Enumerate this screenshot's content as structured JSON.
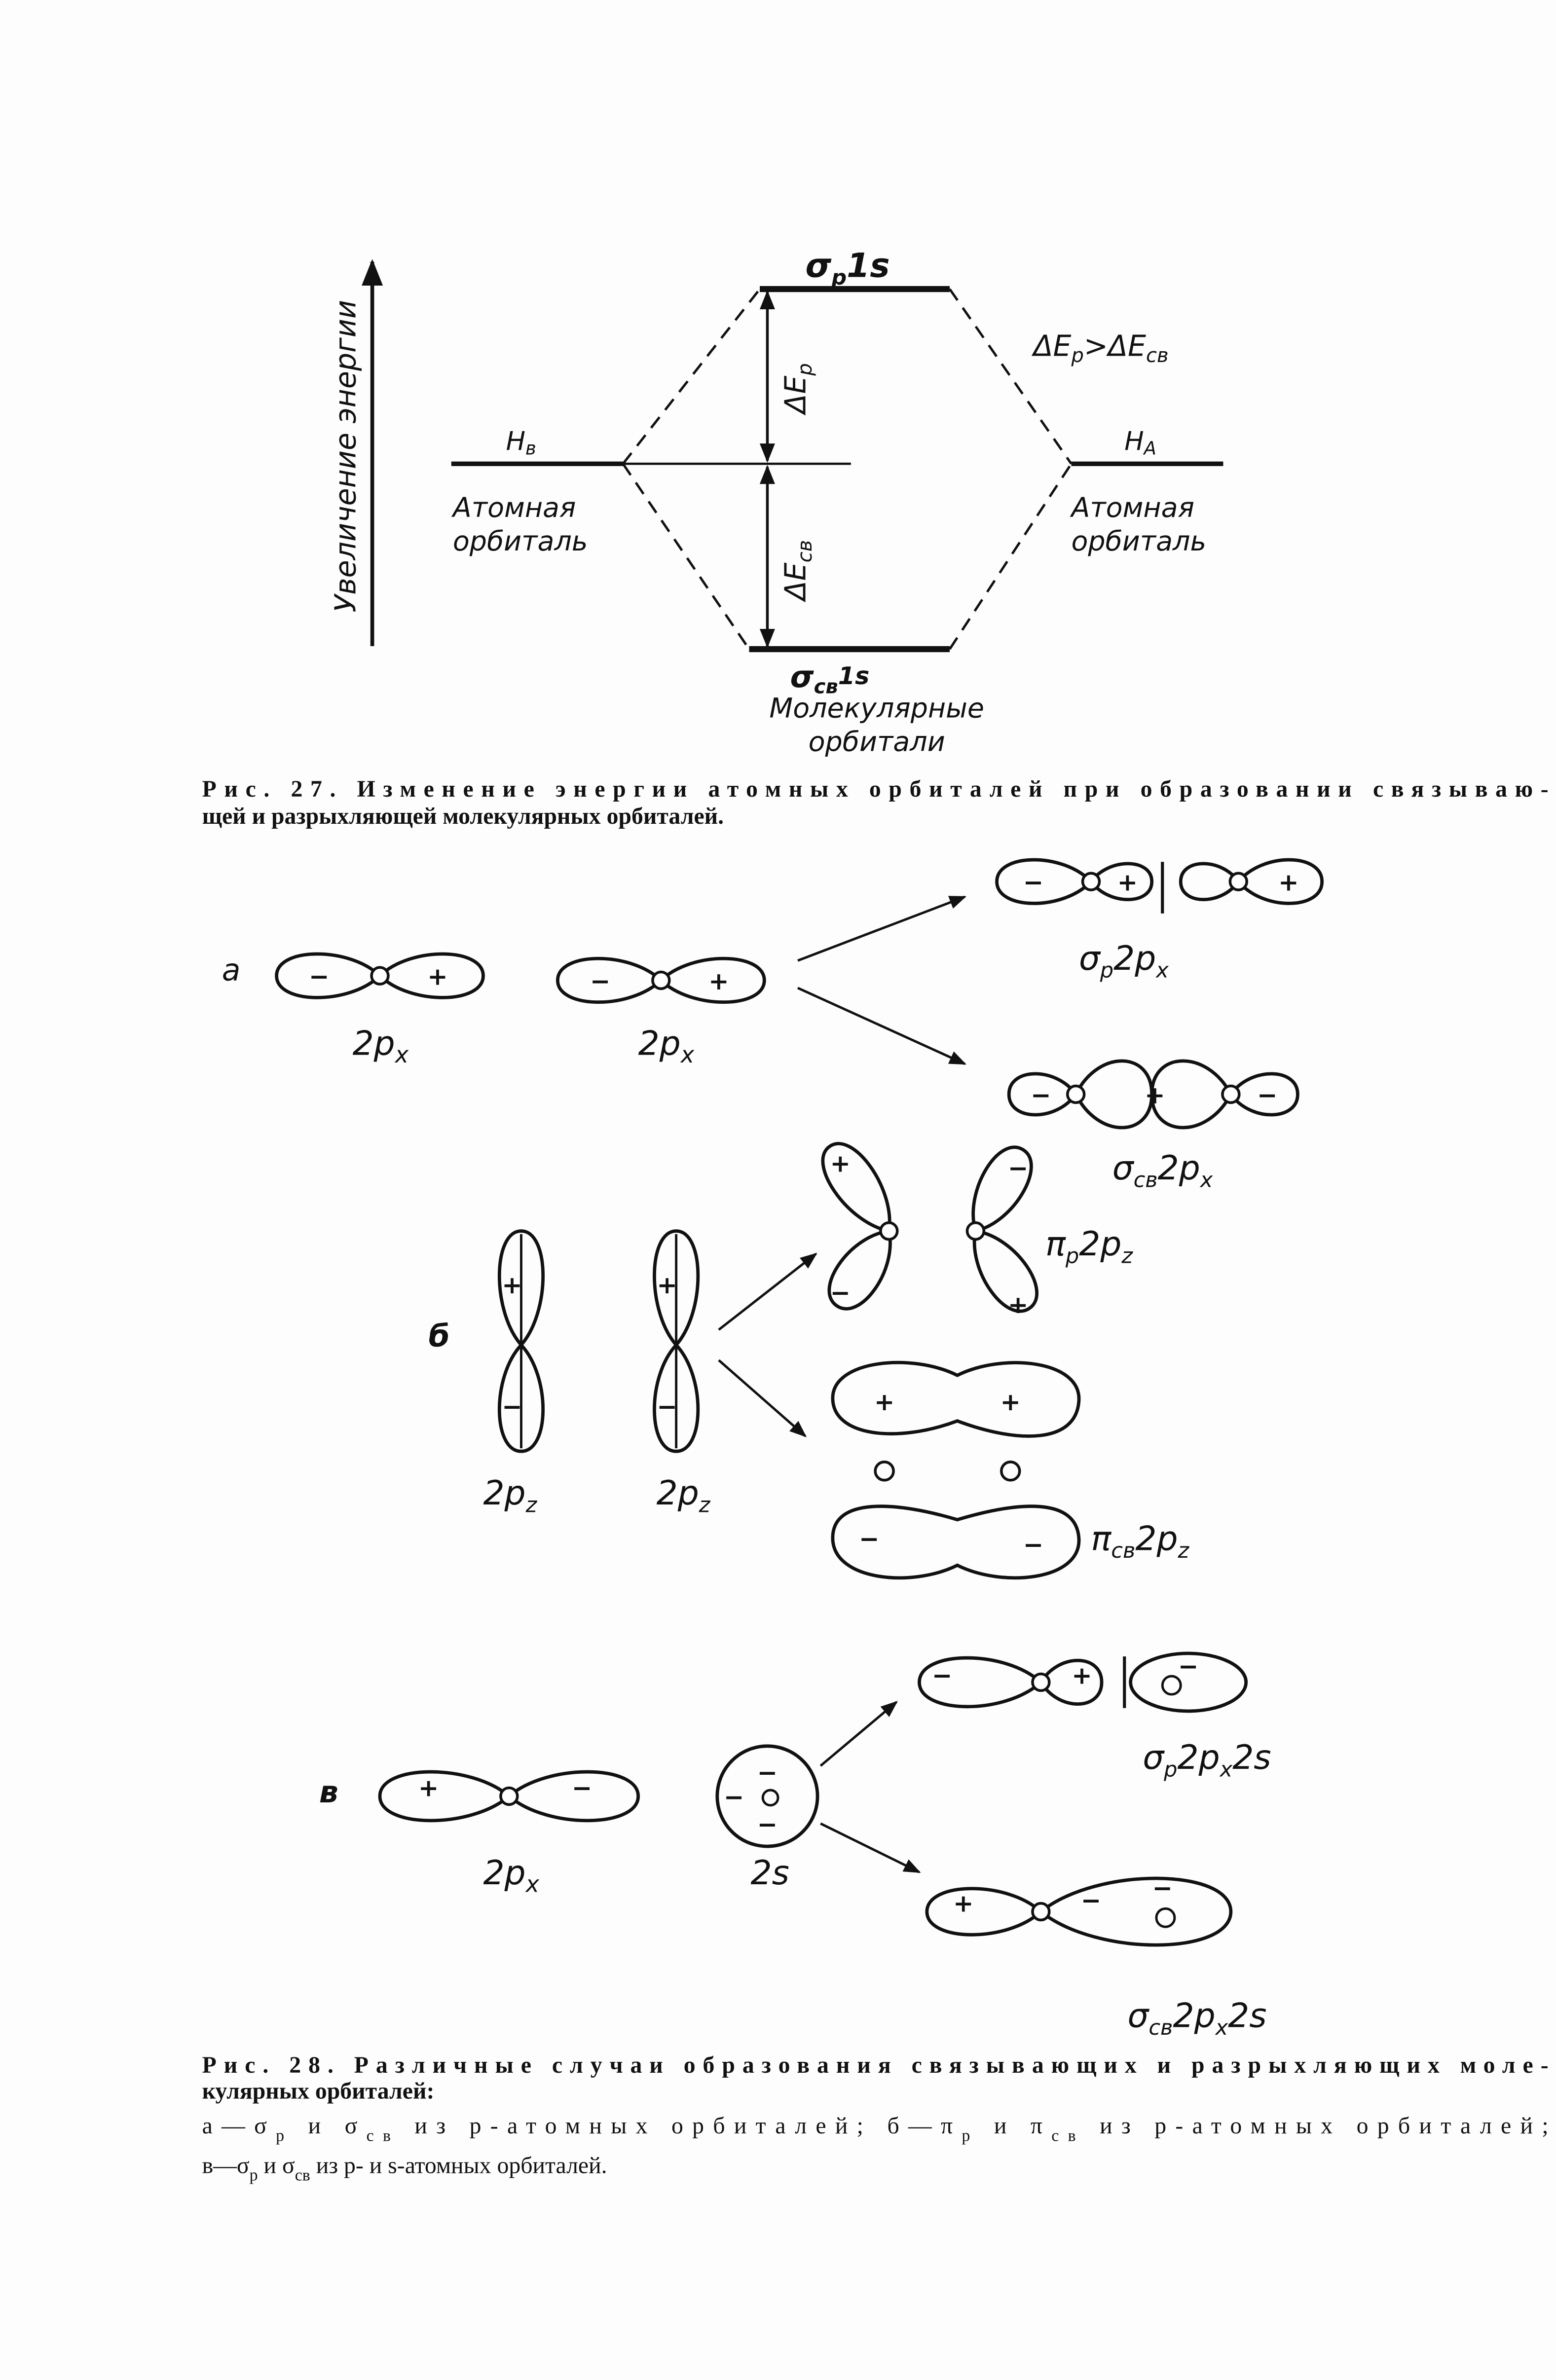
{
  "fig27": {
    "axis_label": "Увеличение энергии",
    "top_level": {
      "a": "σ",
      "sub": "р",
      "b": "1s"
    },
    "bottom_level": {
      "a": "σ",
      "sub": "св",
      "b": "1s"
    },
    "left_atom": {
      "a": "H",
      "sub": "в"
    },
    "right_atom": {
      "a": "H",
      "sub": "A"
    },
    "atomic_orbital_1": "Атомная",
    "atomic_orbital_2": "орбиталь",
    "molecular_1": "Молекулярные",
    "molecular_2": "орбитали",
    "delta_p": {
      "a": "ΔE",
      "sub": "р"
    },
    "delta_sv": {
      "a": "ΔE",
      "sub": "св"
    },
    "relation": {
      "a": "ΔE",
      "sub1": "р",
      "mid": ">ΔE",
      "sub2": "св"
    },
    "caption_line1": "Рис. 27. Изменение энергии атомных орбиталей при образовании связываю-",
    "caption_line2": "щей и разрыхляющей молекулярных орбиталей."
  },
  "fig28": {
    "label_a": "а",
    "label_b": "б",
    "label_v": "в",
    "plus": "+",
    "minus": "−",
    "orb_2px": {
      "a": "2p",
      "sub": "x"
    },
    "orb_2pz": {
      "a": "2p",
      "sub": "z"
    },
    "orb_2s": "2s",
    "sigma_p_2px": {
      "a": "σ",
      "sub": "р",
      "b": "2p",
      "sub2": "x"
    },
    "sigma_sv_2px": {
      "a": "σ",
      "sub": "св",
      "b": "2p",
      "sub2": "x"
    },
    "pi_p_2pz": {
      "a": "π",
      "sub": "р",
      "b": "2p",
      "sub2": "z"
    },
    "pi_sv_2pz": {
      "a": "π",
      "sub": "св",
      "b": "2p",
      "sub2": "z"
    },
    "sigma_p_2px2s": {
      "a": "σ",
      "sub": "р",
      "b": "2p",
      "sub2": "x",
      "c": "2s"
    },
    "sigma_sv_2px2s": {
      "a": "σ",
      "sub": "св",
      "b": "2p",
      "sub2": "x",
      "c": "2s"
    },
    "caption_line1": "Рис. 28. Различные случаи образования связывающих и разрыхляющих моле-",
    "caption_line2": "кулярных орбиталей:",
    "caption_line3": {
      "a": "а—σ",
      "s1": "р",
      "b": " и σ",
      "s2": "св",
      "c": " из р-атомных орбиталей; б—π",
      "s3": "р",
      "d": " и π",
      "s4": "св",
      "e": " из р-атомных орбиталей;"
    },
    "caption_line4": {
      "a": "в—σ",
      "s1": "р",
      "b": " и σ",
      "s2": "св",
      "c": " из р- и s-атомных орбиталей."
    }
  }
}
